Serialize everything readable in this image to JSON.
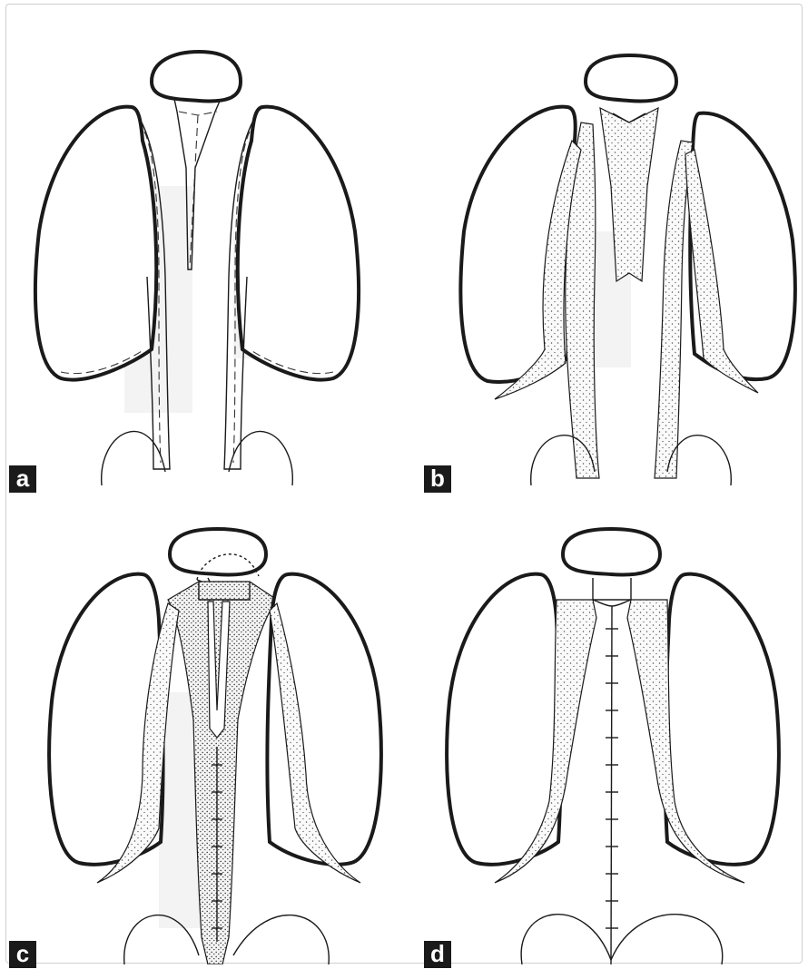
{
  "panels": [
    {
      "id": "a",
      "label": "a"
    },
    {
      "id": "b",
      "label": "b"
    },
    {
      "id": "c",
      "label": "c"
    },
    {
      "id": "d",
      "label": "d"
    }
  ],
  "colors": {
    "line": "#1a1a1a",
    "stipple": "#555555",
    "background": "#ffffff",
    "label_bg": "#1a1a1a",
    "label_fg": "#ffffff"
  }
}
